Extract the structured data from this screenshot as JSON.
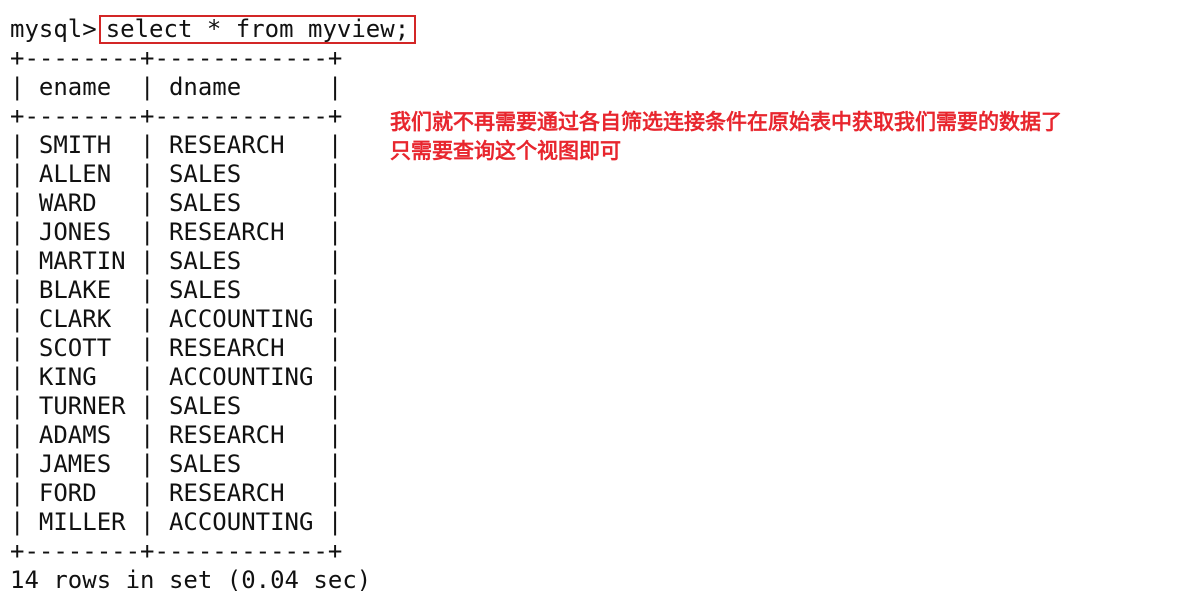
{
  "terminal": {
    "prompt": "mysql>",
    "command": "select * from myview;",
    "border_line": "+--------+------------+",
    "header_line": "| ename  | dname      |",
    "rows": [
      "| SMITH  | RESEARCH   |",
      "| ALLEN  | SALES      |",
      "| WARD   | SALES      |",
      "| JONES  | RESEARCH   |",
      "| MARTIN | SALES      |",
      "| BLAKE  | SALES      |",
      "| CLARK  | ACCOUNTING |",
      "| SCOTT  | RESEARCH   |",
      "| KING   | ACCOUNTING |",
      "| TURNER | SALES      |",
      "| ADAMS  | RESEARCH   |",
      "| JAMES  | SALES      |",
      "| FORD   | RESEARCH   |",
      "| MILLER | ACCOUNTING |"
    ],
    "summary": "14 rows in set (0.04 sec)"
  },
  "annotation": {
    "line1": "我们就不再需要通过各自筛选连接条件在原始表中获取我们需要的数据了",
    "line2": "只需要查询这个视图即可",
    "color": "#e8262e"
  },
  "highlight_color": "#d32626"
}
